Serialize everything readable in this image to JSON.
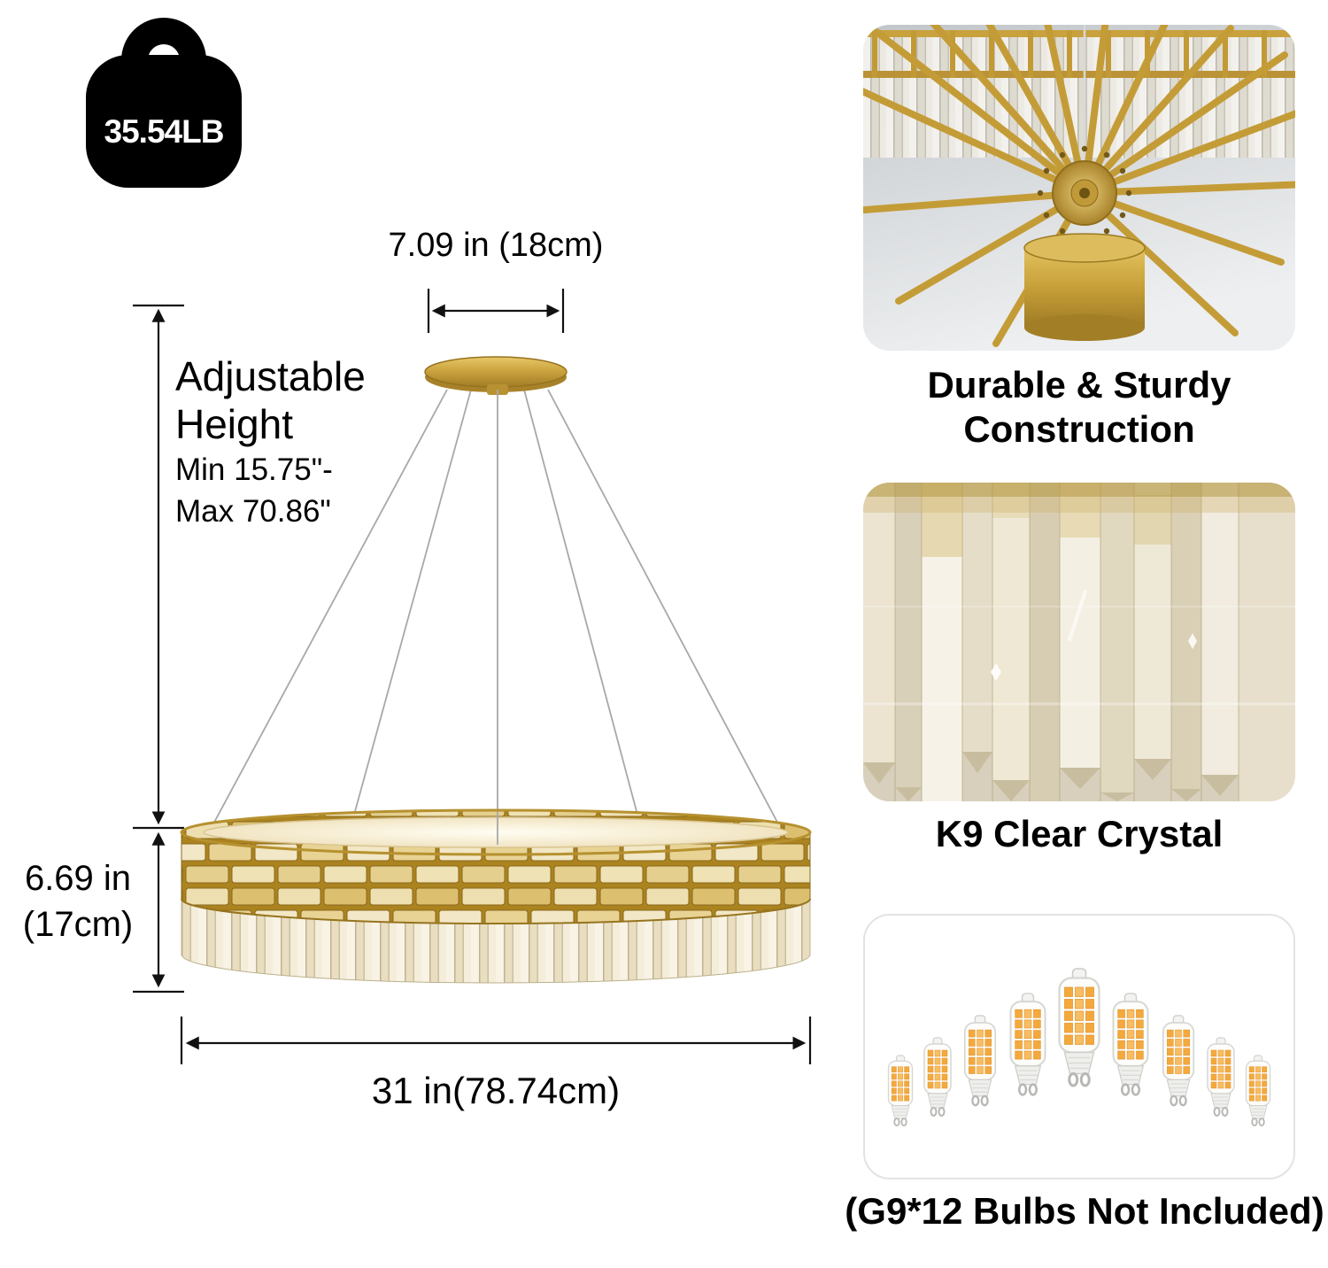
{
  "weight_badge": {
    "label": "35.54LB"
  },
  "diagram": {
    "canopy_width_label": "7.09 in (18cm)",
    "adjustable_height": {
      "line1": "Adjustable",
      "line2": "Height",
      "min": "Min 15.75\"-",
      "max": "Max 70.86\""
    },
    "fixture_height": {
      "line1": "6.69 in",
      "line2": "(17cm)"
    },
    "fixture_width_label": "31 in(78.74cm)"
  },
  "feature_panels": {
    "construction": {
      "caption_line1": "Durable & Sturdy",
      "caption_line2": "Construction"
    },
    "crystal": {
      "caption": "K9 Clear Crystal"
    },
    "bulbs": {
      "caption": "(G9*12 Bulbs Not Included)"
    }
  },
  "icons": {
    "weight": "kettlebell-weight-icon"
  },
  "colors": {
    "gold": "#c9a13d",
    "text": "#000000",
    "background": "#ffffff"
  }
}
